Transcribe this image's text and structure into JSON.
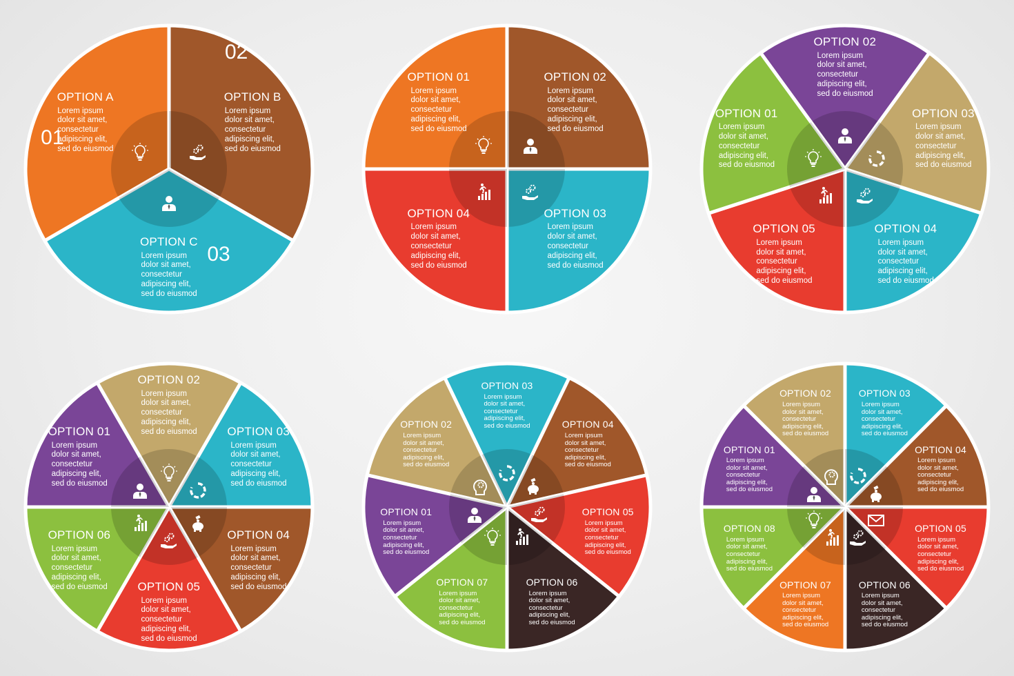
{
  "body_text": "Lorem ipsum\ndolor sit amet,\nconsectetur\nadipiscing elit,\nsed do eiusmod",
  "diagrams": [
    {
      "id": "three",
      "segments": [
        {
          "num": "01",
          "label": "OPTION A",
          "color": "#ee7623",
          "icon": "lightbulb-icon"
        },
        {
          "num": "02",
          "label": "OPTION B",
          "color": "#a0572a",
          "icon": "gears-hand-icon"
        },
        {
          "num": "03",
          "label": "OPTION C",
          "color": "#2bb5c8",
          "icon": "businessman-icon"
        }
      ]
    },
    {
      "id": "four",
      "segments": [
        {
          "label": "OPTION 01",
          "color": "#ee7623",
          "icon": "lightbulb-icon"
        },
        {
          "label": "OPTION 02",
          "color": "#a0572a",
          "icon": "businessman-icon"
        },
        {
          "label": "OPTION 03",
          "color": "#2bb5c8",
          "icon": "gears-hand-icon"
        },
        {
          "label": "OPTION 04",
          "color": "#e83c2f",
          "icon": "growth-chart-icon"
        }
      ]
    },
    {
      "id": "five",
      "segments": [
        {
          "label": "OPTION 01",
          "color": "#8cc03f",
          "icon": "lightbulb-icon"
        },
        {
          "label": "OPTION 02",
          "color": "#7a4597",
          "icon": "businessman-icon"
        },
        {
          "label": "OPTION 03",
          "color": "#c3a86b",
          "icon": "cycle-icon"
        },
        {
          "label": "OPTION 04",
          "color": "#2bb5c8",
          "icon": "gears-hand-icon"
        },
        {
          "label": "OPTION 05",
          "color": "#e83c2f",
          "icon": "growth-chart-icon"
        }
      ]
    },
    {
      "id": "six",
      "segments": [
        {
          "label": "OPTION 01",
          "color": "#7a4597",
          "icon": "businessman-icon"
        },
        {
          "label": "OPTION 02",
          "color": "#c3a86b",
          "icon": "lightbulb-icon"
        },
        {
          "label": "OPTION 03",
          "color": "#2bb5c8",
          "icon": "cycle-icon"
        },
        {
          "label": "OPTION 04",
          "color": "#a0572a",
          "icon": "piggy-bank-icon"
        },
        {
          "label": "OPTION 05",
          "color": "#e83c2f",
          "icon": "gears-hand-icon"
        },
        {
          "label": "OPTION 06",
          "color": "#8cc03f",
          "icon": "growth-chart-icon"
        }
      ]
    },
    {
      "id": "seven",
      "segments": [
        {
          "label": "OPTION 01",
          "color": "#7a4597",
          "icon": "businessman-icon"
        },
        {
          "label": "OPTION 02",
          "color": "#c3a86b",
          "icon": "head-gear-icon"
        },
        {
          "label": "OPTION 03",
          "color": "#2bb5c8",
          "icon": "cycle-icon"
        },
        {
          "label": "OPTION 04",
          "color": "#a0572a",
          "icon": "piggy-bank-icon"
        },
        {
          "label": "OPTION 05",
          "color": "#e83c2f",
          "icon": "gears-hand-icon"
        },
        {
          "label": "OPTION 06",
          "color": "#3a2625",
          "icon": "growth-chart-icon"
        },
        {
          "label": "OPTION 07",
          "color": "#8cc03f",
          "icon": "lightbulb-icon"
        }
      ]
    },
    {
      "id": "eight",
      "segments": [
        {
          "label": "OPTION 01",
          "color": "#7a4597",
          "icon": "businessman-icon"
        },
        {
          "label": "OPTION 02",
          "color": "#c3a86b",
          "icon": "head-gear-icon"
        },
        {
          "label": "OPTION 03",
          "color": "#2bb5c8",
          "icon": "cycle-icon"
        },
        {
          "label": "OPTION 04",
          "color": "#a0572a",
          "icon": "piggy-bank-icon"
        },
        {
          "label": "OPTION 05",
          "color": "#e83c2f",
          "icon": "envelope-icon"
        },
        {
          "label": "OPTION 06",
          "color": "#3a2625",
          "icon": "gears-hand-icon"
        },
        {
          "label": "OPTION 07",
          "color": "#ee7623",
          "icon": "growth-chart-icon"
        },
        {
          "label": "OPTION 08",
          "color": "#8cc03f",
          "icon": "lightbulb-icon"
        }
      ]
    }
  ]
}
